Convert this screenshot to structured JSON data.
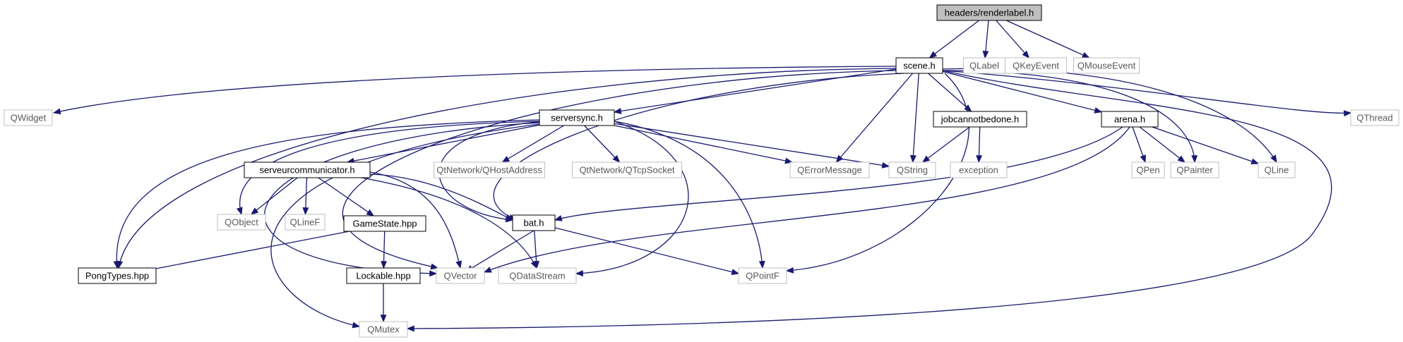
{
  "diagram": {
    "nodes": [
      {
        "id": "renderlabel",
        "label": "headers/renderlabel.h",
        "kind": "root"
      },
      {
        "id": "scene",
        "label": "scene.h",
        "kind": "local"
      },
      {
        "id": "qlabel",
        "label": "QLabel",
        "kind": "external"
      },
      {
        "id": "qkeyevent",
        "label": "QKeyEvent",
        "kind": "external"
      },
      {
        "id": "qmouseevent",
        "label": "QMouseEvent",
        "kind": "external"
      },
      {
        "id": "qwidget",
        "label": "QWidget",
        "kind": "external"
      },
      {
        "id": "serversync",
        "label": "serversync.h",
        "kind": "local"
      },
      {
        "id": "jobcannotbedone",
        "label": "jobcannotbedone.h",
        "kind": "local"
      },
      {
        "id": "arena",
        "label": "arena.h",
        "kind": "local"
      },
      {
        "id": "qthread",
        "label": "QThread",
        "kind": "external"
      },
      {
        "id": "serveurcommunicator",
        "label": "serveurcommunicator.h",
        "kind": "local"
      },
      {
        "id": "qhostaddress",
        "label": "QtNetwork/QHostAddress",
        "kind": "external"
      },
      {
        "id": "qtcpsocket",
        "label": "QtNetwork/QTcpSocket",
        "kind": "external"
      },
      {
        "id": "qerrormessage",
        "label": "QErrorMessage",
        "kind": "external"
      },
      {
        "id": "qstring",
        "label": "QString",
        "kind": "external"
      },
      {
        "id": "exception",
        "label": "exception",
        "kind": "external"
      },
      {
        "id": "qpen",
        "label": "QPen",
        "kind": "external"
      },
      {
        "id": "qpainter",
        "label": "QPainter",
        "kind": "external"
      },
      {
        "id": "qline",
        "label": "QLine",
        "kind": "external"
      },
      {
        "id": "qobject",
        "label": "QObject",
        "kind": "external"
      },
      {
        "id": "qlinef",
        "label": "QLineF",
        "kind": "external"
      },
      {
        "id": "gamestate",
        "label": "GameState.hpp",
        "kind": "local"
      },
      {
        "id": "bat",
        "label": "bat.h",
        "kind": "local"
      },
      {
        "id": "pongtypes",
        "label": "PongTypes.hpp",
        "kind": "local"
      },
      {
        "id": "lockable",
        "label": "Lockable.hpp",
        "kind": "local"
      },
      {
        "id": "qvector",
        "label": "QVector",
        "kind": "external"
      },
      {
        "id": "qdatastream",
        "label": "QDataStream",
        "kind": "external"
      },
      {
        "id": "qpointf",
        "label": "QPointF",
        "kind": "external"
      },
      {
        "id": "qmutex",
        "label": "QMutex",
        "kind": "external"
      }
    ],
    "edges": [
      {
        "from": "renderlabel",
        "to": "scene"
      },
      {
        "from": "renderlabel",
        "to": "qlabel"
      },
      {
        "from": "renderlabel",
        "to": "qkeyevent"
      },
      {
        "from": "renderlabel",
        "to": "qmouseevent"
      },
      {
        "from": "scene",
        "to": "qwidget"
      },
      {
        "from": "scene",
        "to": "serversync"
      },
      {
        "from": "scene",
        "to": "jobcannotbedone"
      },
      {
        "from": "scene",
        "to": "arena"
      },
      {
        "from": "scene",
        "to": "qthread"
      },
      {
        "from": "scene",
        "to": "qerrormessage"
      },
      {
        "from": "scene",
        "to": "qstring"
      },
      {
        "from": "scene",
        "to": "qpainter"
      },
      {
        "from": "scene",
        "to": "qline"
      },
      {
        "from": "scene",
        "to": "bat"
      },
      {
        "from": "scene",
        "to": "pongtypes"
      },
      {
        "from": "scene",
        "to": "qvector"
      },
      {
        "from": "scene",
        "to": "qpointf"
      },
      {
        "from": "scene",
        "to": "qmutex"
      },
      {
        "from": "serversync",
        "to": "serveurcommunicator"
      },
      {
        "from": "serversync",
        "to": "qhostaddress"
      },
      {
        "from": "serversync",
        "to": "qtcpsocket"
      },
      {
        "from": "serversync",
        "to": "qerrormessage"
      },
      {
        "from": "serversync",
        "to": "qstring"
      },
      {
        "from": "serversync",
        "to": "qobject"
      },
      {
        "from": "serversync",
        "to": "bat"
      },
      {
        "from": "serversync",
        "to": "pongtypes"
      },
      {
        "from": "serversync",
        "to": "qdatastream"
      },
      {
        "from": "serversync",
        "to": "qpointf"
      },
      {
        "from": "serversync",
        "to": "qvector"
      },
      {
        "from": "serversync",
        "to": "qmutex"
      },
      {
        "from": "jobcannotbedone",
        "to": "qstring"
      },
      {
        "from": "jobcannotbedone",
        "to": "exception"
      },
      {
        "from": "arena",
        "to": "qpen"
      },
      {
        "from": "arena",
        "to": "qpainter"
      },
      {
        "from": "arena",
        "to": "qline"
      },
      {
        "from": "arena",
        "to": "bat"
      },
      {
        "from": "arena",
        "to": "qvector"
      },
      {
        "from": "serveurcommunicator",
        "to": "qobject"
      },
      {
        "from": "serveurcommunicator",
        "to": "qlinef"
      },
      {
        "from": "serveurcommunicator",
        "to": "gamestate"
      },
      {
        "from": "serveurcommunicator",
        "to": "bat"
      },
      {
        "from": "serveurcommunicator",
        "to": "qvector"
      },
      {
        "from": "serveurcommunicator",
        "to": "qdatastream"
      },
      {
        "from": "gamestate",
        "to": "pongtypes"
      },
      {
        "from": "gamestate",
        "to": "lockable"
      },
      {
        "from": "bat",
        "to": "qvector"
      },
      {
        "from": "bat",
        "to": "qdatastream"
      },
      {
        "from": "bat",
        "to": "qpointf"
      },
      {
        "from": "lockable",
        "to": "qmutex"
      }
    ]
  },
  "colors": {
    "edge": "#191970",
    "root_fill": "#bfbfbf",
    "local_border": "#000000",
    "external_border": "#bfbfbf",
    "external_text": "#595959"
  }
}
